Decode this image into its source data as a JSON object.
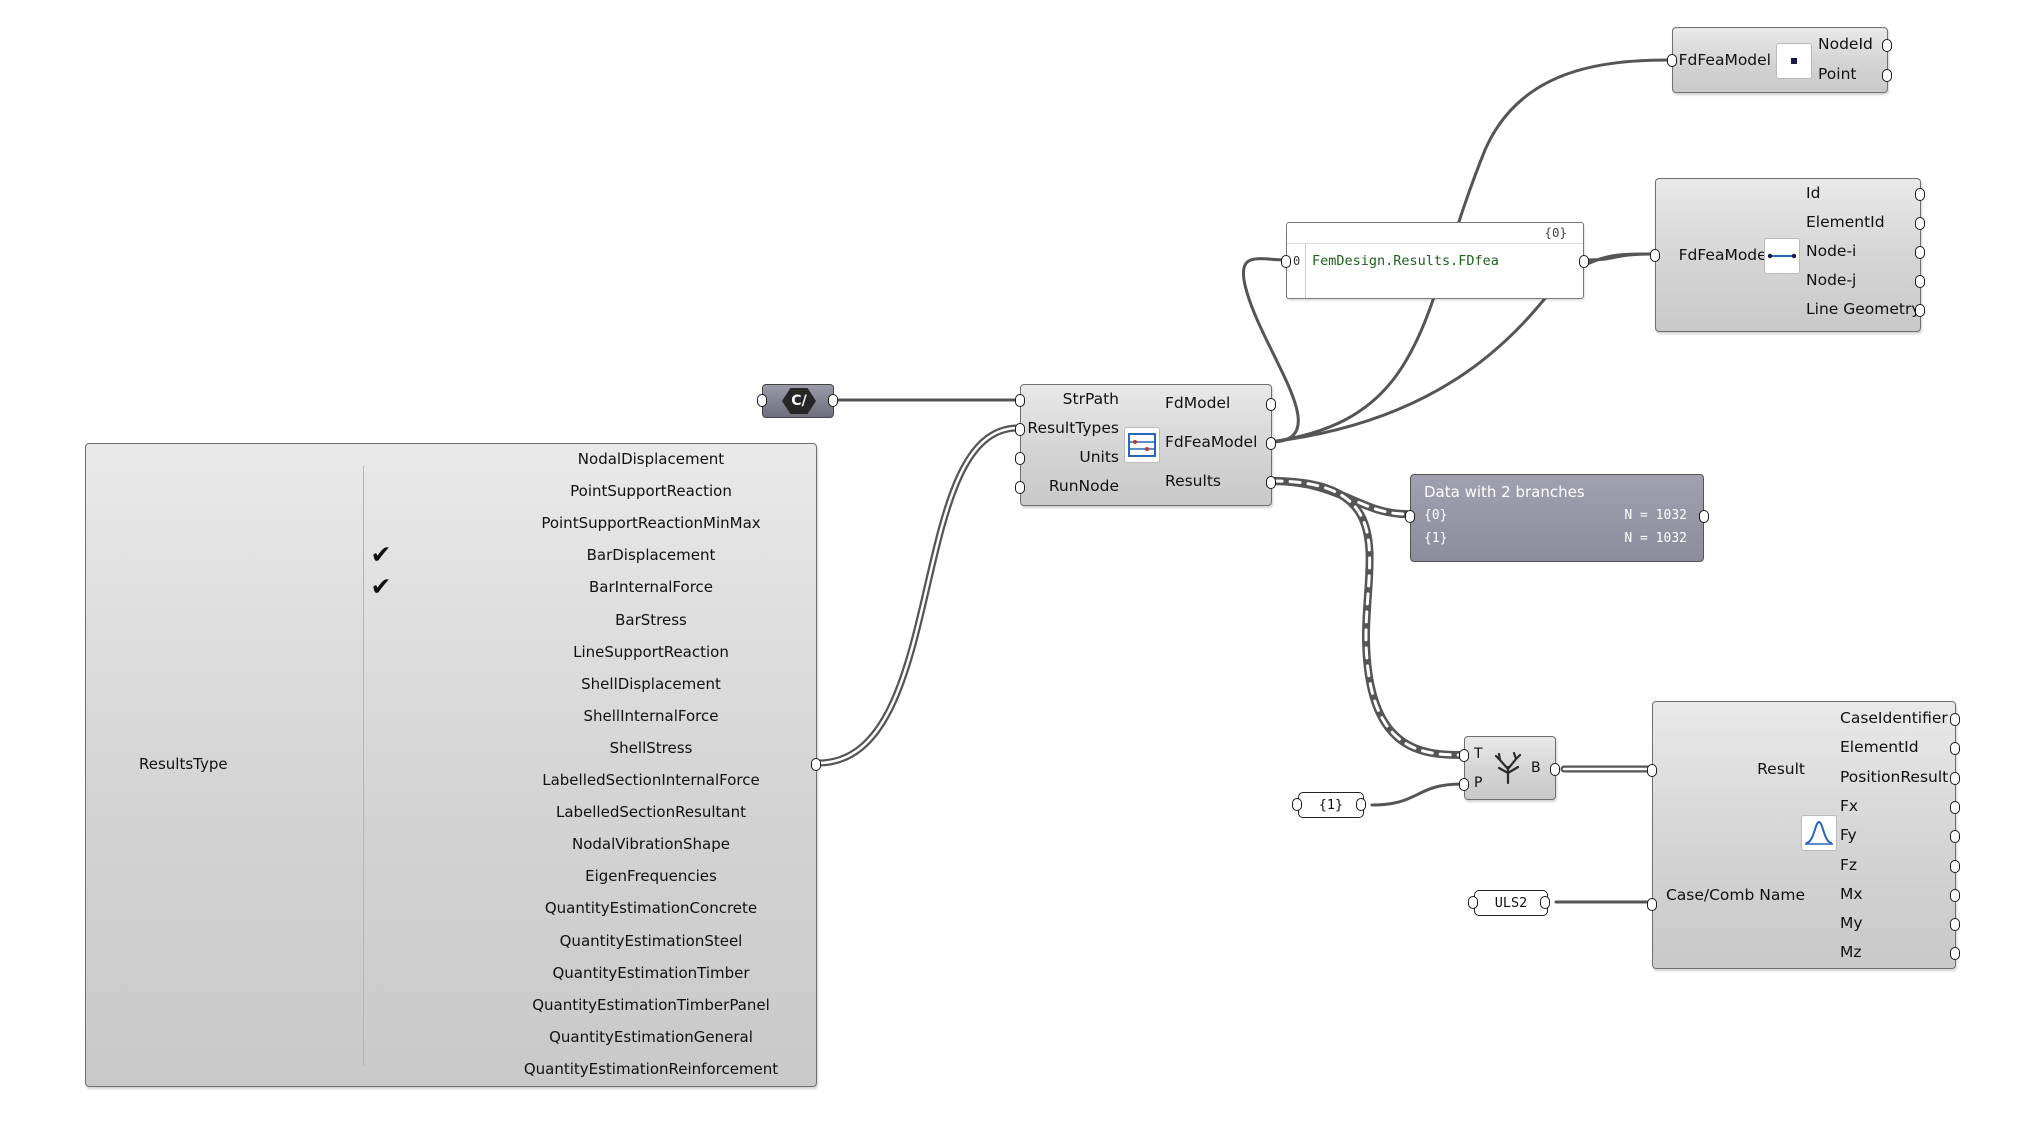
{
  "valuelist": {
    "title": "ResultsType",
    "items": [
      {
        "label": "NodalDisplacement",
        "checked": false
      },
      {
        "label": "PointSupportReaction",
        "checked": false
      },
      {
        "label": "PointSupportReactionMinMax",
        "checked": false
      },
      {
        "label": "BarDisplacement",
        "checked": true
      },
      {
        "label": "BarInternalForce",
        "checked": true
      },
      {
        "label": "BarStress",
        "checked": false
      },
      {
        "label": "LineSupportReaction",
        "checked": false
      },
      {
        "label": "ShellDisplacement",
        "checked": false
      },
      {
        "label": "ShellInternalForce",
        "checked": false
      },
      {
        "label": "ShellStress",
        "checked": false
      },
      {
        "label": "LabelledSectionInternalForce",
        "checked": false
      },
      {
        "label": "LabelledSectionResultant",
        "checked": false
      },
      {
        "label": "NodalVibrationShape",
        "checked": false
      },
      {
        "label": "EigenFrequencies",
        "checked": false
      },
      {
        "label": "QuantityEstimationConcrete",
        "checked": false
      },
      {
        "label": "QuantityEstimationSteel",
        "checked": false
      },
      {
        "label": "QuantityEstimationTimber",
        "checked": false
      },
      {
        "label": "QuantityEstimationTimberPanel",
        "checked": false
      },
      {
        "label": "QuantityEstimationGeneral",
        "checked": false
      },
      {
        "label": "QuantityEstimationReinforcement",
        "checked": false
      }
    ],
    "check_glyph": "✔"
  },
  "path_param": {
    "icon_text": "C/"
  },
  "read_results": {
    "inputs": [
      "StrPath",
      "ResultTypes",
      "Units",
      "RunNode"
    ],
    "outputs": [
      "FdModel",
      "FdFeaModel",
      "Results"
    ]
  },
  "panel_fdfea": {
    "path": "{0}",
    "index": "0",
    "value": "FemDesign.Results.FDfea"
  },
  "data_viewer": {
    "title": "Data with 2 branches",
    "rows": [
      {
        "path": "{0}",
        "count": "N = 1032"
      },
      {
        "path": "{1}",
        "count": "N = 1032"
      }
    ]
  },
  "node_deconstruct": {
    "input": "FdFeaModel",
    "outputs": [
      "NodeId",
      "Point"
    ]
  },
  "bar_deconstruct": {
    "input": "FdFeaModel",
    "outputs": [
      "Id",
      "ElementId",
      "Node-i",
      "Node-j",
      "Line Geometry"
    ]
  },
  "tree_branch": {
    "inputs": [
      "T",
      "P"
    ],
    "output": "B"
  },
  "path_panel": {
    "value": "{1}"
  },
  "case_panel": {
    "value": "ULS2"
  },
  "bar_force_deconstruct": {
    "inputs": [
      "Result",
      "Case/Comb Name"
    ],
    "outputs": [
      "CaseIdentifier",
      "ElementId",
      "PositionResult",
      "Fx",
      "Fy",
      "Fz",
      "Mx",
      "My",
      "Mz"
    ]
  },
  "colors": {
    "canvas": "#ffffff",
    "wire": "#555555",
    "component_fill": "#d4d4d4",
    "viewer_fill": "#9696a6",
    "panel_text": "#1f5f1f"
  }
}
